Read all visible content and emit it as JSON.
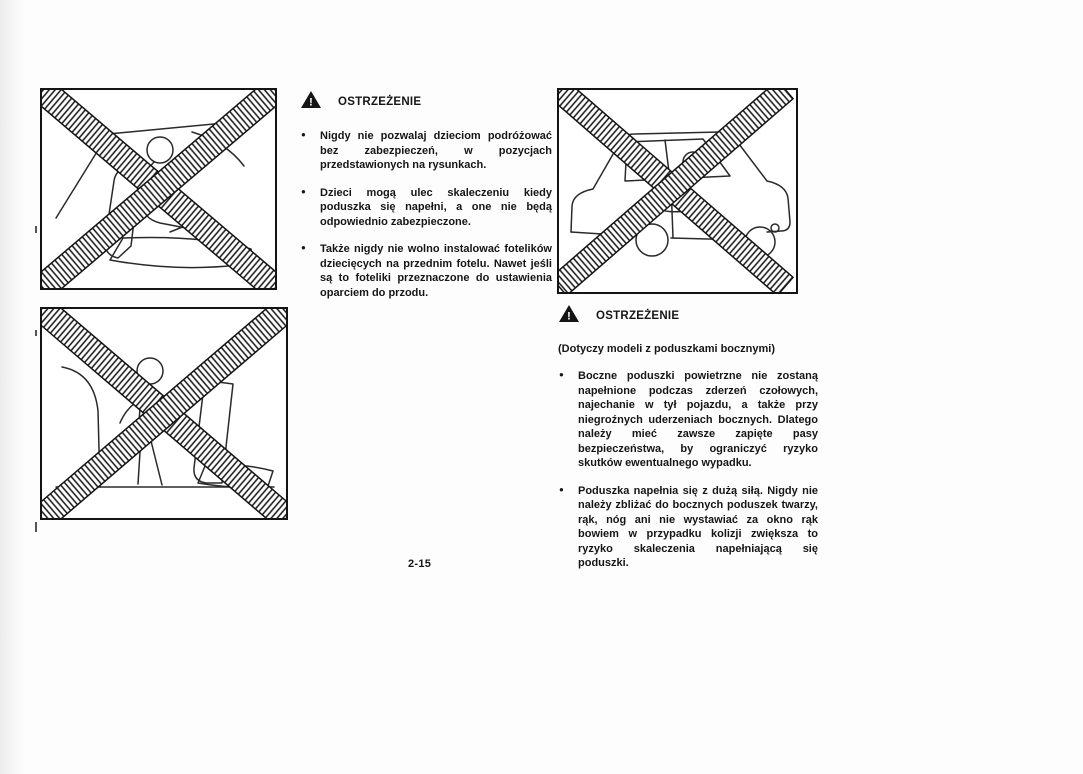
{
  "page": {
    "number": "2-15"
  },
  "glyphs": {
    "bullet": "●",
    "warning_exclamation": "!"
  },
  "colors": {
    "ink": "#161616",
    "paper": "#ffffff"
  },
  "warning1": {
    "title": "OSTRZEŻENIE",
    "bullets": [
      "Nigdy nie pozwalaj dzieciom podróżować bez zabezpieczeń, w pozycjach przedstawionych na rysunkach.",
      "Dzieci mogą ulec skaleczeniu kiedy poduszka się napełni, a one nie będą odpowiednio zabezpieczone.",
      "Także nigdy nie wolno instalować fotelików dziecięcych na przednim fotelu. Nawet jeśli są to foteliki przeznaczone do ustawienia oparciem do przodu."
    ]
  },
  "warning2": {
    "title": "OSTRZEŻENIE",
    "subtitle": "(Dotyczy modeli z poduszkami bocznymi)",
    "bullets": [
      "Boczne poduszki powietrzne nie zostaną napełnione podczas zderzeń czołowych, najechanie w tył pojazdu, a także przy niegroźnych uderzeniach bocznych. Dlatego należy mieć zawsze zapięte pasy bezpieczeństwa, by ograniczyć ryzyko skutków ewentualnego wypadku.",
      "Poduszka napełnia się z dużą siłą. Nigdy nie należy zbliżać do bocznych poduszek twarzy, rąk, nóg ani nie wystawiać za okno rąk bowiem w przypadku kolizji zwiększa to ryzyko skaleczenia napełniającą się poduszki."
    ]
  }
}
